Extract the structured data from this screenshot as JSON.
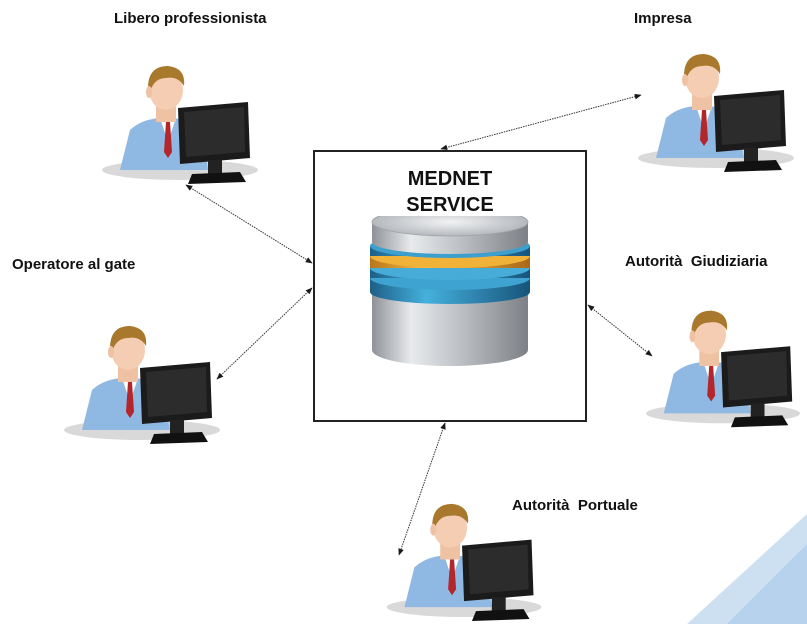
{
  "center": {
    "title_line1": "MEDNET",
    "title_line2": "SERVICE",
    "icon": "database-icon"
  },
  "nodes": [
    {
      "id": "libero",
      "label": "Libero professionista",
      "icon": "user-computer-icon"
    },
    {
      "id": "impresa",
      "label": "Impresa",
      "icon": "user-computer-icon"
    },
    {
      "id": "operatore",
      "label": "Operatore al gate",
      "icon": "user-computer-icon"
    },
    {
      "id": "giudiziaria",
      "label": "Autorità  Giudiziaria",
      "icon": "user-computer-icon"
    },
    {
      "id": "portuale",
      "label": "Autorità  Portuale",
      "icon": "user-computer-icon"
    }
  ],
  "colors": {
    "db_silver": "#c9ccd0",
    "db_blue": "#2f8fc2",
    "db_orange": "#e9a321",
    "shirt": "#8fb8e2",
    "hair": "#a8782c",
    "skin": "#f4cdb3",
    "monitor": "#1b1b1b",
    "tie": "#b3262b",
    "corner_accent": "#bcd6ee"
  }
}
